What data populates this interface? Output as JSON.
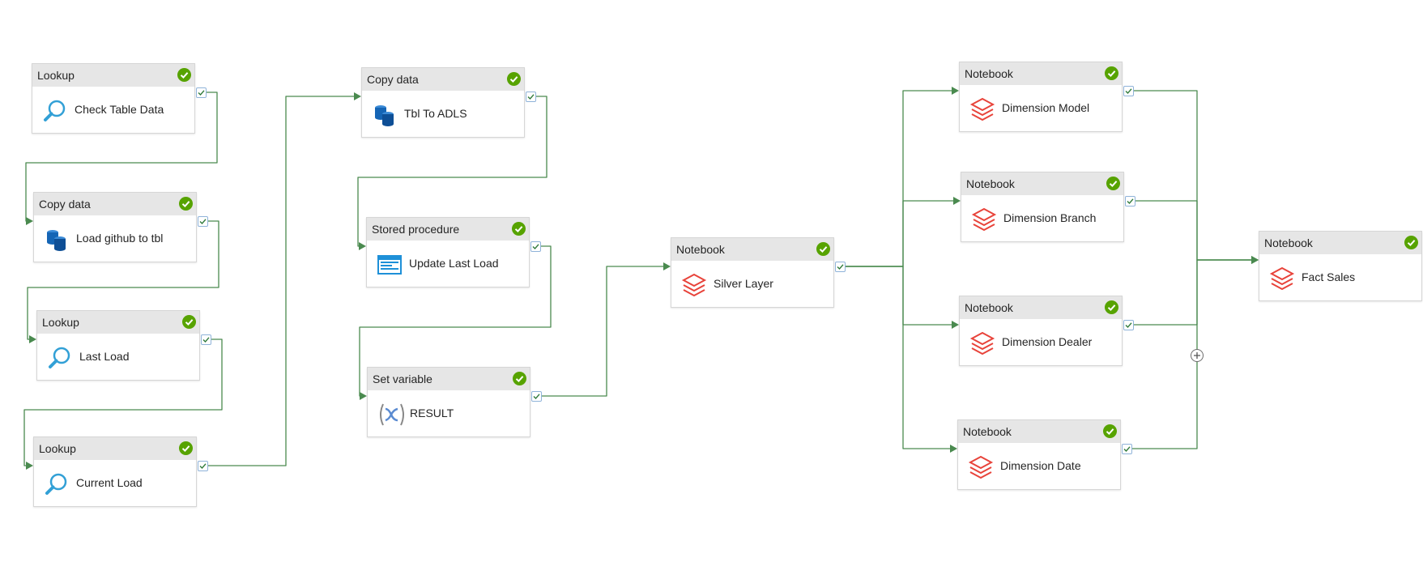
{
  "activities": [
    {
      "id": "check-table-data",
      "type": "Lookup",
      "name": "Check Table Data",
      "icon": "lookup-icon",
      "status": "succeeded"
    },
    {
      "id": "load-github",
      "type": "Copy data",
      "name": "Load github to tbl",
      "icon": "copy-data-icon",
      "status": "succeeded"
    },
    {
      "id": "last-load",
      "type": "Lookup",
      "name": "Last Load",
      "icon": "lookup-icon",
      "status": "succeeded"
    },
    {
      "id": "current-load",
      "type": "Lookup",
      "name": "Current Load",
      "icon": "lookup-icon",
      "status": "succeeded"
    },
    {
      "id": "tbl-to-adls",
      "type": "Copy data",
      "name": "Tbl To ADLS",
      "icon": "copy-data-icon",
      "status": "succeeded"
    },
    {
      "id": "update-last-load",
      "type": "Stored procedure",
      "name": "Update Last Load",
      "icon": "stored-procedure-icon",
      "status": "succeeded"
    },
    {
      "id": "result",
      "type": "Set variable",
      "name": "RESULT",
      "icon": "set-variable-icon",
      "status": "succeeded"
    },
    {
      "id": "silver-layer",
      "type": "Notebook",
      "name": "Silver Layer",
      "icon": "notebook-icon",
      "status": "succeeded"
    },
    {
      "id": "dimension-model",
      "type": "Notebook",
      "name": "Dimension Model",
      "icon": "notebook-icon",
      "status": "succeeded"
    },
    {
      "id": "dimension-branch",
      "type": "Notebook",
      "name": "Dimension Branch",
      "icon": "notebook-icon",
      "status": "succeeded"
    },
    {
      "id": "dimension-dealer",
      "type": "Notebook",
      "name": "Dimension Dealer",
      "icon": "notebook-icon",
      "status": "succeeded"
    },
    {
      "id": "dimension-date",
      "type": "Notebook",
      "name": "Dimension Date",
      "icon": "notebook-icon",
      "status": "succeeded"
    },
    {
      "id": "fact-sales",
      "type": "Notebook",
      "name": "Fact Sales",
      "icon": "notebook-icon",
      "status": "succeeded"
    }
  ],
  "dependencies": [
    {
      "from": "check-table-data",
      "to": "load-github",
      "condition": "succeeded"
    },
    {
      "from": "load-github",
      "to": "last-load",
      "condition": "succeeded"
    },
    {
      "from": "last-load",
      "to": "current-load",
      "condition": "succeeded"
    },
    {
      "from": "current-load",
      "to": "tbl-to-adls",
      "condition": "succeeded"
    },
    {
      "from": "tbl-to-adls",
      "to": "update-last-load",
      "condition": "succeeded"
    },
    {
      "from": "update-last-load",
      "to": "result",
      "condition": "succeeded"
    },
    {
      "from": "result",
      "to": "silver-layer",
      "condition": "succeeded"
    },
    {
      "from": "silver-layer",
      "to": "dimension-model",
      "condition": "succeeded"
    },
    {
      "from": "silver-layer",
      "to": "dimension-branch",
      "condition": "succeeded"
    },
    {
      "from": "silver-layer",
      "to": "dimension-dealer",
      "condition": "succeeded"
    },
    {
      "from": "silver-layer",
      "to": "dimension-date",
      "condition": "succeeded"
    },
    {
      "from": "dimension-model",
      "to": "fact-sales",
      "condition": "succeeded"
    },
    {
      "from": "dimension-branch",
      "to": "fact-sales",
      "condition": "succeeded"
    },
    {
      "from": "dimension-dealer",
      "to": "fact-sales",
      "condition": "succeeded"
    },
    {
      "from": "dimension-date",
      "to": "fact-sales",
      "condition": "succeeded"
    }
  ],
  "colors": {
    "edge": "#4a8a4f",
    "status_success": "#57a300",
    "header_bg": "#e6e6e6",
    "notebook_icon": "#e8433a",
    "lookup_icon": "#32a0d6",
    "copy_icon": "#1565b5",
    "stored_proc_icon": "#1e90d8",
    "variable_icon": "#5b8bd1"
  }
}
